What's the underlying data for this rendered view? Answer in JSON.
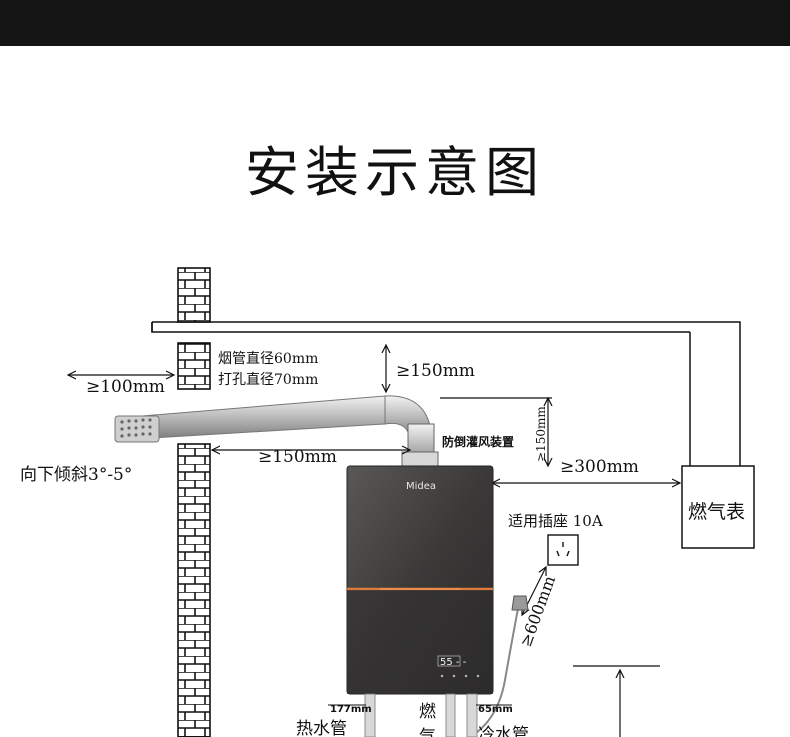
{
  "page": {
    "title": "安装示意图"
  },
  "labels": {
    "flue_diameter": "烟管直径60mm",
    "hole_diameter": "打孔直径70mm",
    "wall_distance": "≥100mm",
    "top_clearance": "≥150mm",
    "pipe_length": "≥150mm",
    "slope": "向下倾斜3°-5°",
    "anti_backflow": "防倒灌风装置",
    "vertical_clearance": "≥150mm",
    "meter_distance": "≥300mm",
    "gas_meter": "燃气表",
    "socket": "适用插座 10A",
    "cord_length": "≥600mm",
    "brand": "Midea",
    "display": "55 - -",
    "dim_left": "177mm",
    "dim_right": "65mm",
    "hot_pipe": "热水管",
    "gas_pipe_1": "燃",
    "gas_pipe_2": "气",
    "cold_pipe": "冷水管"
  },
  "colors": {
    "heater_body": "#3a3a3a",
    "accent_line": "#e07a3c",
    "pipe": "#c8c8c8"
  }
}
